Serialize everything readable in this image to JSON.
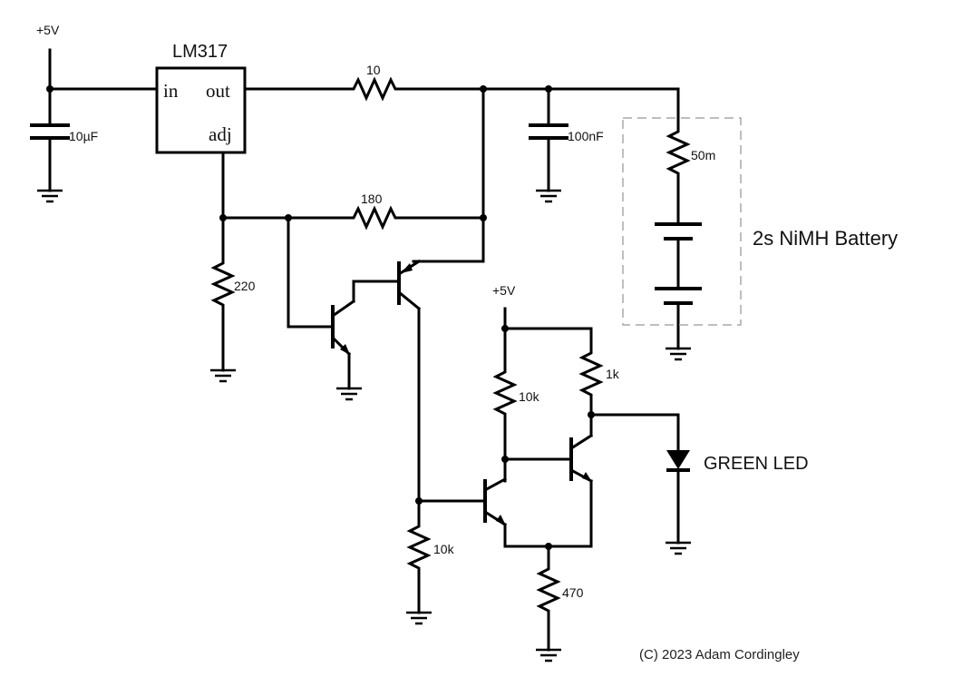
{
  "supply": {
    "top": "+5V",
    "bottom": "+5V"
  },
  "regulator": {
    "name": "LM317",
    "pin_in": "in",
    "pin_out": "out",
    "pin_adj": "adj"
  },
  "components": {
    "c_in": "10µF",
    "c_out": "100nF",
    "r_series": "10",
    "r_set": "180",
    "r_adj": "220",
    "r_batt": "50m",
    "r_pull_left": "10k",
    "r_pull_right": "1k",
    "r_base": "10k",
    "r_emitter": "470"
  },
  "battery": {
    "label": "2s NiMH Battery"
  },
  "led": {
    "label": "GREEN LED"
  },
  "copyright": "(C) 2023 Adam Cordingley"
}
